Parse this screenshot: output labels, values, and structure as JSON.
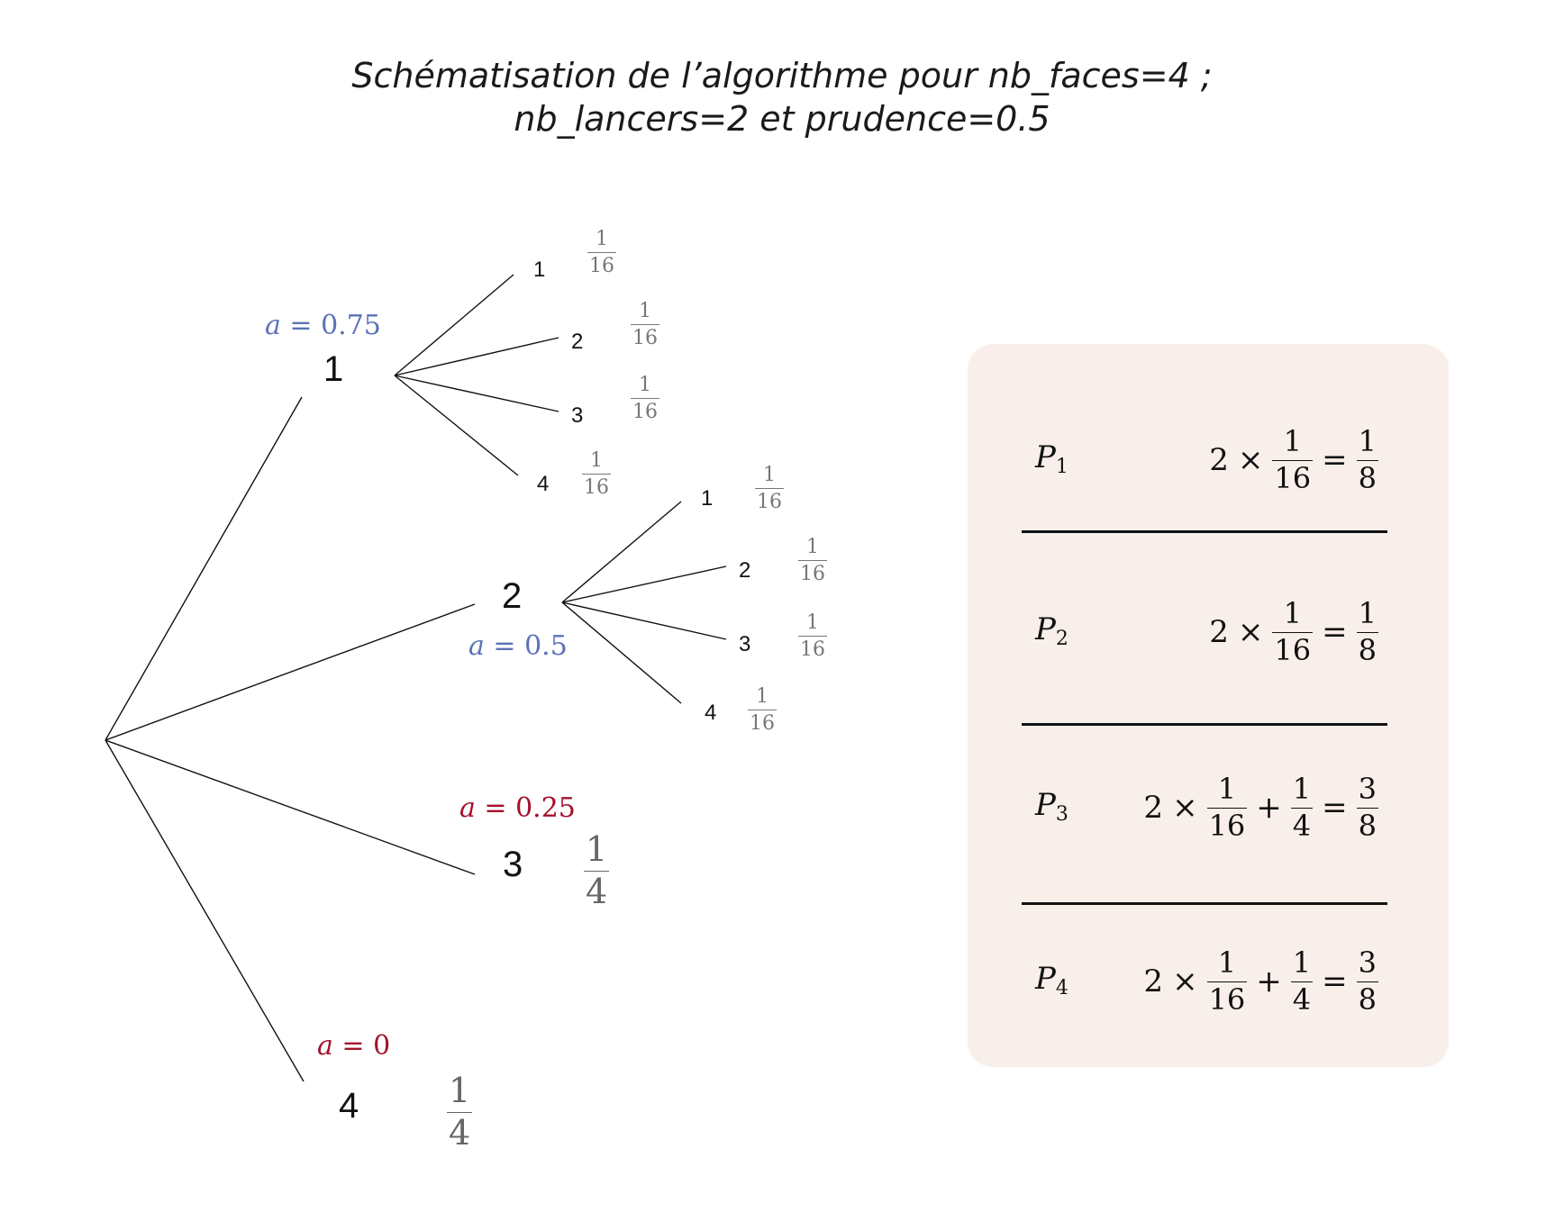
{
  "title": {
    "line1": "Schématisation de l’algorithme pour nb_faces=4  ;",
    "line2": "nb_lancers=2 et prudence=0.5"
  },
  "colors": {
    "keep": "#5b73b5",
    "stop": "#a3112c",
    "panel": "#f9efea",
    "prob": "#777777"
  },
  "tree": {
    "first_throw": [
      {
        "face": "1",
        "a_var": "a",
        "a_eq": " = 0.75",
        "color": "blue",
        "second_throw": [
          {
            "face": "1",
            "num": "1",
            "den": "16"
          },
          {
            "face": "2",
            "num": "1",
            "den": "16"
          },
          {
            "face": "3",
            "num": "1",
            "den": "16"
          },
          {
            "face": "4",
            "num": "1",
            "den": "16"
          }
        ]
      },
      {
        "face": "2",
        "a_var": "a",
        "a_eq": " = 0.5",
        "color": "blue",
        "second_throw": [
          {
            "face": "1",
            "num": "1",
            "den": "16"
          },
          {
            "face": "2",
            "num": "1",
            "den": "16"
          },
          {
            "face": "3",
            "num": "1",
            "den": "16"
          },
          {
            "face": "4",
            "num": "1",
            "den": "16"
          }
        ]
      },
      {
        "face": "3",
        "a_var": "a",
        "a_eq": " = 0.25",
        "color": "red",
        "num": "1",
        "den": "4"
      },
      {
        "face": "4",
        "a_var": "a",
        "a_eq": " = 0",
        "color": "red",
        "num": "1",
        "den": "4"
      }
    ]
  },
  "results": [
    {
      "var": "P",
      "sub": "1",
      "coef": "2",
      "times": "×",
      "f1_num": "1",
      "f1_den": "16",
      "plus": "",
      "f2_num": "",
      "f2_den": "",
      "eq": "=",
      "r_num": "1",
      "r_den": "8"
    },
    {
      "var": "P",
      "sub": "2",
      "coef": "2",
      "times": "×",
      "f1_num": "1",
      "f1_den": "16",
      "plus": "",
      "f2_num": "",
      "f2_den": "",
      "eq": "=",
      "r_num": "1",
      "r_den": "8"
    },
    {
      "var": "P",
      "sub": "3",
      "coef": "2",
      "times": "×",
      "f1_num": "1",
      "f1_den": "16",
      "plus": "+",
      "f2_num": "1",
      "f2_den": "4",
      "eq": "=",
      "r_num": "3",
      "r_den": "8"
    },
    {
      "var": "P",
      "sub": "4",
      "coef": "2",
      "times": "×",
      "f1_num": "1",
      "f1_den": "16",
      "plus": "+",
      "f2_num": "1",
      "f2_den": "4",
      "eq": "=",
      "r_num": "3",
      "r_den": "8"
    }
  ]
}
